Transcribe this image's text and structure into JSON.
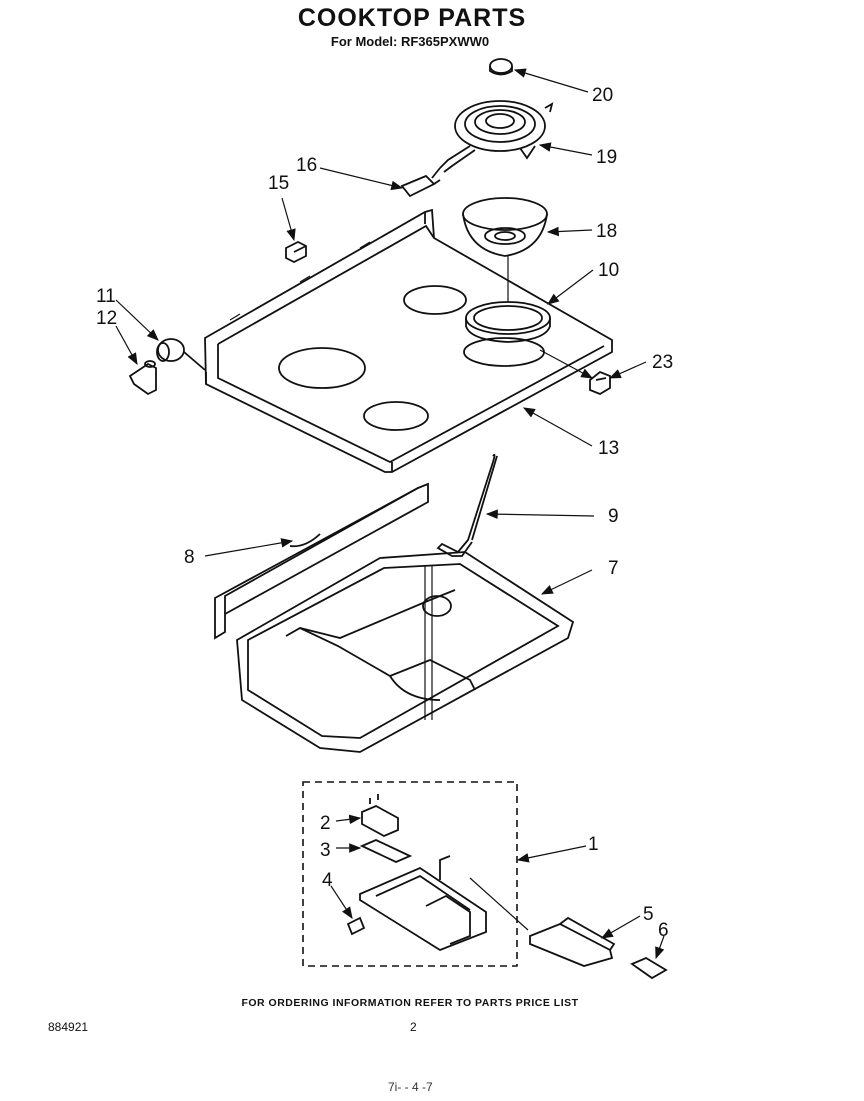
{
  "header": {
    "title": "COOKTOP PARTS",
    "subtitle": "For Model: RF365PXWW0"
  },
  "callouts": [
    "20",
    "19",
    "16",
    "15",
    "18",
    "10",
    "11",
    "12",
    "23",
    "13",
    "9",
    "8",
    "7",
    "2",
    "1",
    "3",
    "4",
    "5",
    "6"
  ],
  "footer": {
    "ordering_note": "FOR ORDERING INFORMATION REFER TO PARTS PRICE LIST",
    "doc_number": "884921",
    "page_number": "2",
    "scan_mark": "7i- - 4 -7"
  }
}
